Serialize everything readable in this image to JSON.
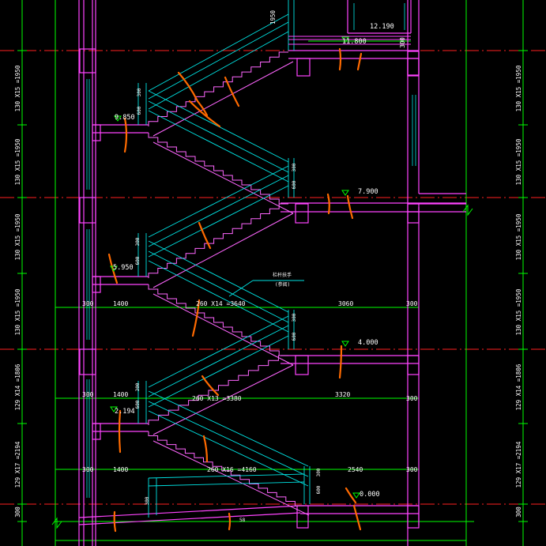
{
  "drawing": {
    "background": "#000000",
    "colors": {
      "wall": "#ff44ff",
      "stair_edge": "#ff66ff",
      "railing": "#00e5e5",
      "dimension": "#00ff00",
      "axis": "#ff2020",
      "markup": "#ff6a00",
      "text": "#ffffff"
    },
    "level_marks": [
      "11.800",
      "9.850",
      "7.900",
      "5.950",
      "4.000",
      "2.194",
      "0.000",
      "12.190"
    ],
    "left_dims": [
      "130 X15 =1950",
      "130 X15 =1950",
      "130 X15 =1950",
      "130 X15 =1950",
      "129 X14 =1806",
      "129 X17 =2194",
      "300"
    ],
    "right_dims": [
      "130 X15 =1950",
      "130 X15 =1950",
      "130 X15 =1950",
      "130 X15 =1950",
      "129 X14 =1806",
      "129 X17 =2194",
      "300"
    ],
    "horiz_dims": {
      "row1": [
        "300",
        "1400",
        "260 X14 =3640",
        "3060",
        "300"
      ],
      "row2": [
        "300",
        "1400",
        "260 X13 =3380",
        "3320",
        "300"
      ],
      "row3": [
        "300",
        "1400",
        "260 X16 =4160",
        "2540",
        "300"
      ]
    },
    "top_dims": [
      "1950",
      "300"
    ],
    "landing_dims": [
      "300",
      "600",
      "300",
      "600",
      "300",
      "600",
      "300",
      "600",
      "300",
      "600",
      "300",
      "600",
      "300"
    ],
    "note": {
      "line1": "栏杆扶手",
      "line2": "(参阅)"
    },
    "bottom_tag": "58"
  }
}
